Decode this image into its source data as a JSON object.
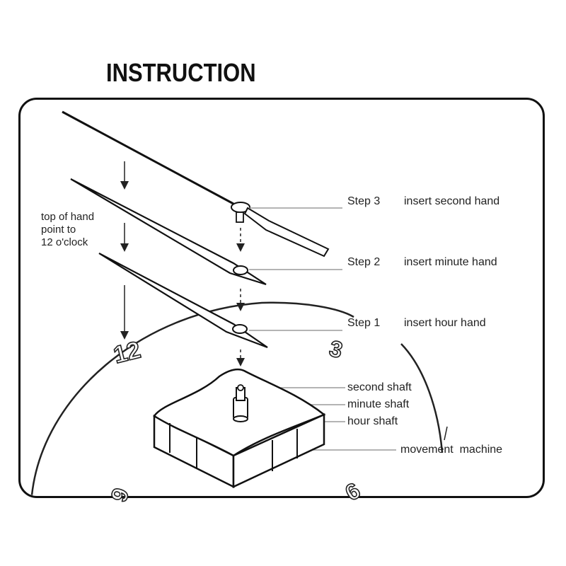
{
  "title": "INSTRUCTION",
  "note": {
    "line1": "top of hand",
    "line2": "point to",
    "line3": "12 o'clock"
  },
  "steps": [
    {
      "step": "Step 3",
      "text": "insert second hand"
    },
    {
      "step": "Step 2",
      "text": "insert minute hand"
    },
    {
      "step": "Step 1",
      "text": "insert hour hand"
    }
  ],
  "parts": {
    "second_shaft": "second shaft",
    "minute_shaft": "minute shaft",
    "hour_shaft": "hour shaft",
    "movement": "movement  machine"
  },
  "dial": {
    "n12": "12",
    "n3": "3",
    "n9": "9",
    "n6": "6"
  }
}
